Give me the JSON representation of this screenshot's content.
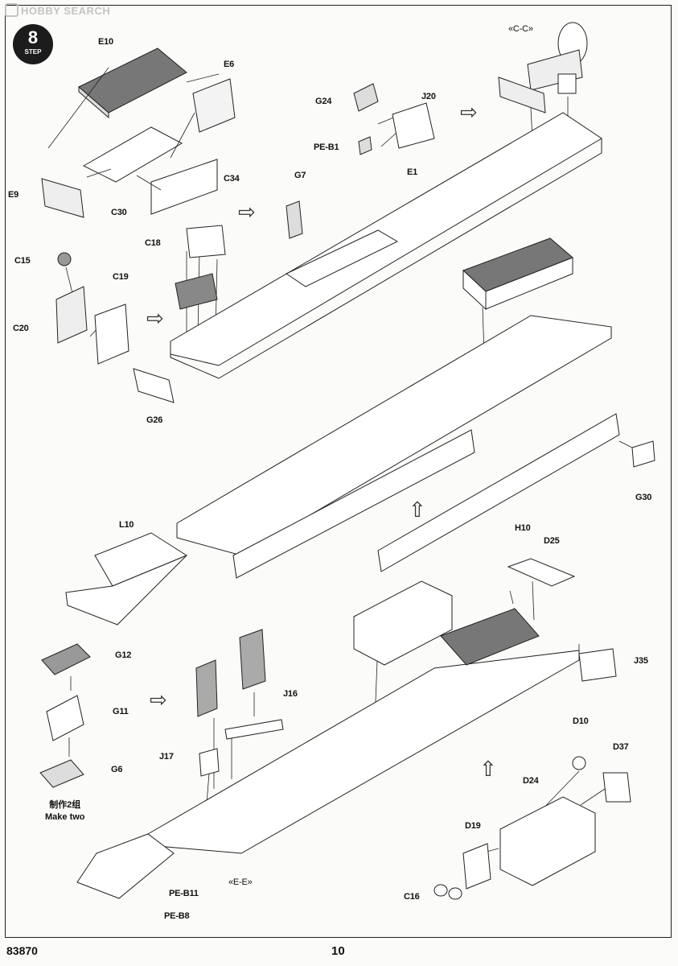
{
  "header": {
    "watermark": "HOBBY SEARCH"
  },
  "step_badge": {
    "number": "8",
    "label": "STEP"
  },
  "parts": {
    "E10": "E10",
    "E6": "E6",
    "E9": "E9",
    "C30": "C30",
    "C34": "C34",
    "G24": "G24",
    "J20": "J20",
    "PE_B1": "PE-B1",
    "E1": "E1",
    "G7": "G7",
    "C18": "C18",
    "C15": "C15",
    "C19": "C19",
    "C20": "C20",
    "G26": "G26",
    "G30": "G30",
    "H10": "H10",
    "L10": "L10",
    "D25": "D25",
    "G12": "G12",
    "J35": "J35",
    "J16": "J16",
    "G11": "G11",
    "J17": "J17",
    "G6": "G6",
    "D10": "D10",
    "D37": "D37",
    "D24": "D24",
    "D19": "D19",
    "C16": "C16",
    "PE_B11": "PE-B11",
    "PE_B8": "PE-B8"
  },
  "views": {
    "cc": "«C-C»",
    "ee": "«E-E»"
  },
  "note": {
    "chinese": "制作2组",
    "english": "Make two"
  },
  "footer": {
    "code": "83870",
    "page": "10"
  }
}
